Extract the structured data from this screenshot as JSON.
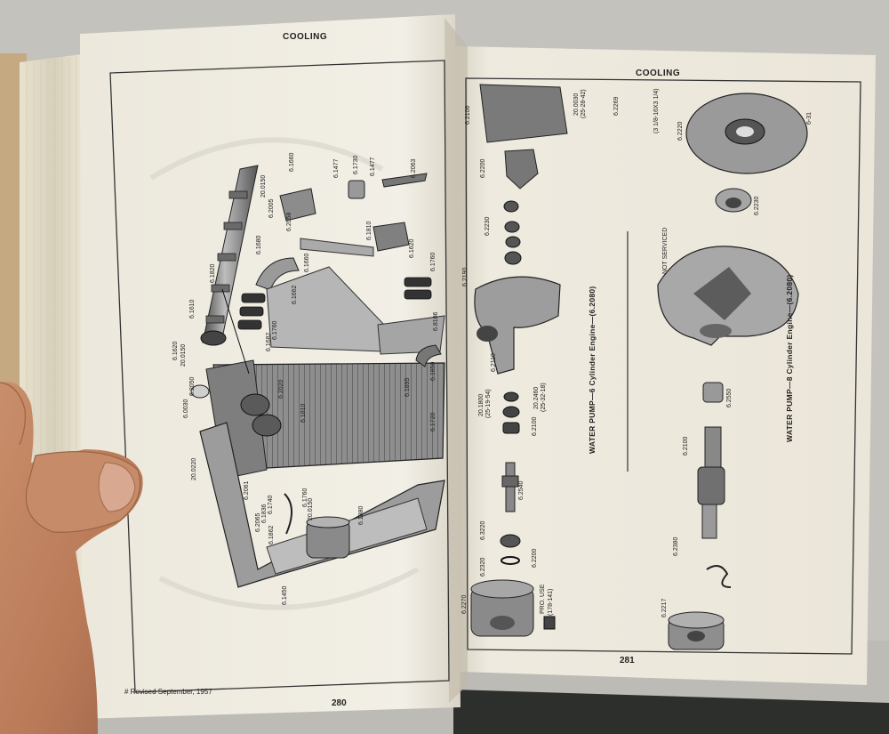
{
  "left_page": {
    "header": "COOLING",
    "page_number": "280",
    "footer_note": "# Revised September, 1957",
    "part_labels": [
      "6.1660",
      "20.0150",
      "6.1477",
      "6.1730",
      "6.1477",
      "6.2063",
      "6.2005",
      "6.2058",
      "6.1680",
      "6.1810",
      "6.1620",
      "6.1820",
      "6.1660",
      "6.1662",
      "6.1760",
      "6.1760",
      "20.0150",
      "6.1620",
      "6.1610",
      "6.1682",
      "6.8106",
      "6.2020",
      "6.0030",
      "6.2050",
      "6.1810",
      "20.0220",
      "6.1895",
      "6.1850",
      "6.1720",
      "6.2061",
      "6.1740",
      "6.2065",
      "6.1836",
      "6.1760",
      "20.0150",
      "6.1862",
      "6.1450",
      "6.1880"
    ]
  },
  "right_page": {
    "header": "COOLING",
    "page_number": "281",
    "caption_6cyl": "WATER PUMP—6 Cylinder Engine—(6.2080)",
    "caption_8cyl": "WATER PUMP—8 Cylinder Engine—(6.2080)",
    "not_serviced": "NOT SERVICED",
    "pump6_labels": [
      "6.2106",
      "20.0030",
      "(25-28-42)",
      "6.2269",
      "6.2200",
      "6.2230",
      "6.2190",
      "6.2110",
      "20.1800",
      "(25-19-54)",
      "20.2460",
      "(25-32-18)",
      "6.2100",
      "6.2540",
      "6.3220",
      "6.2200",
      "6.2320",
      "6.2270",
      "PRO. USE",
      "(178-141)"
    ],
    "pump8_labels": [
      "6.2220",
      "(3 1/8-16X3 1/4)",
      "6.2230",
      "6.2550",
      "6.2100",
      "6.2380",
      "6.2217",
      "6-31"
    ]
  }
}
